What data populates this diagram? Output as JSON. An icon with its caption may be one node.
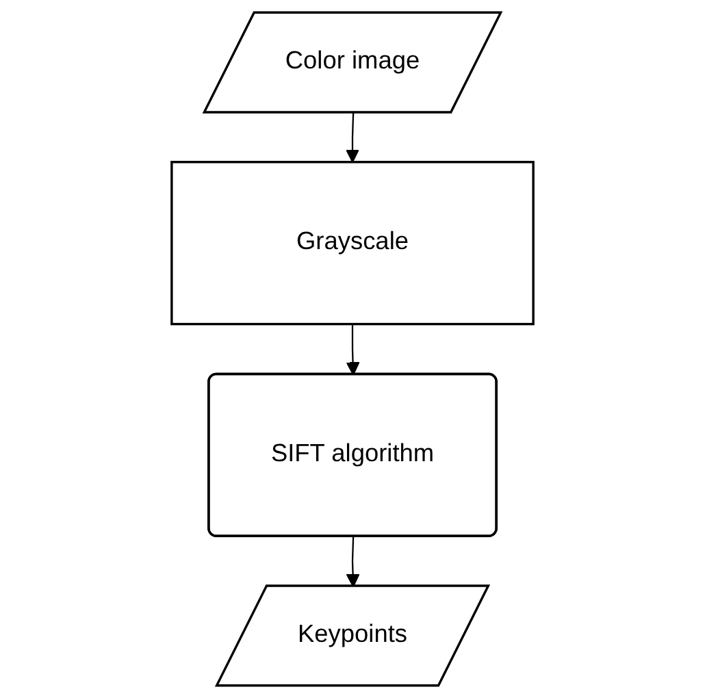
{
  "diagram": {
    "nodes": [
      {
        "text": [
          "Color image"
        ]
      },
      {
        "text": [
          "Grayscale"
        ]
      },
      {
        "text": [
          "SIFT algorithm"
        ]
      },
      {
        "text": [
          "Keypoints"
        ]
      }
    ],
    "edges": [
      {
        "from": 0,
        "to": 1,
        "arrow": "to"
      },
      {
        "from": 1,
        "to": 2,
        "arrow": "to"
      },
      {
        "from": 2,
        "to": 3,
        "arrow": "to"
      }
    ]
  }
}
